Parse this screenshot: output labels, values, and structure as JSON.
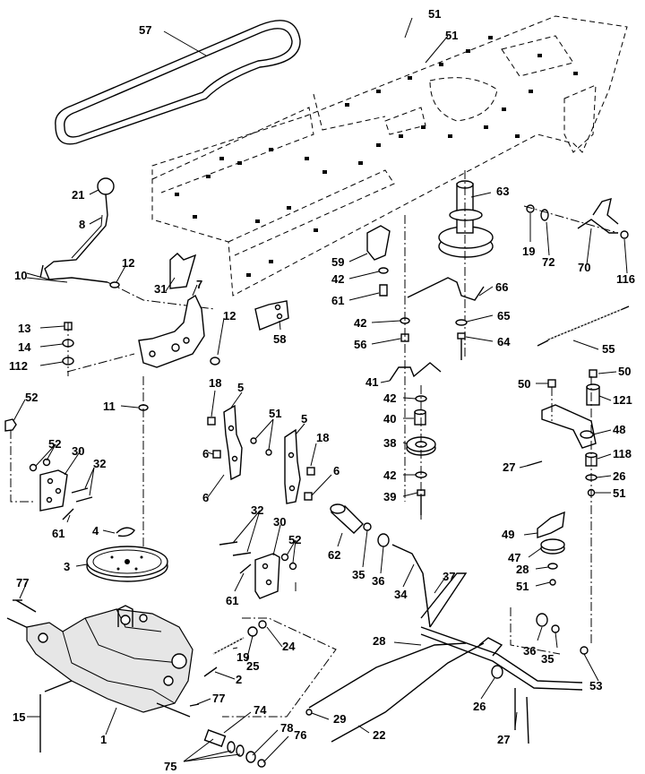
{
  "labels": {
    "p57": "57",
    "p51a": "51",
    "p51b": "51",
    "p21": "21",
    "p8": "8",
    "p12a": "12",
    "p10": "10",
    "p31": "31",
    "p7": "7",
    "p13": "13",
    "p14": "14",
    "p112": "112",
    "p12b": "12",
    "p63": "63",
    "p19a": "19",
    "p72": "72",
    "p70": "70",
    "p116": "116",
    "p59": "59",
    "p42a": "42",
    "p61a": "61",
    "p66": "66",
    "p42b": "42",
    "p56": "56",
    "p65": "65",
    "p64": "64",
    "p58": "58",
    "p55": "55",
    "p52a": "52",
    "p11": "11",
    "p18a": "18",
    "p5a": "5",
    "p51c": "51",
    "p5b": "5",
    "p18b": "18",
    "p6a": "6",
    "p6b": "6",
    "p6c": "6",
    "p41": "41",
    "p42c": "42",
    "p40": "40",
    "p38": "38",
    "p42d": "42",
    "p39": "39",
    "p50a": "50",
    "p50b": "50",
    "p121": "121",
    "p48": "48",
    "p118": "118",
    "p27a": "27",
    "p26a": "26",
    "p51d": "51",
    "p52b": "52",
    "p30a": "30",
    "p32a": "32",
    "p61b": "61",
    "p4": "4",
    "p3": "3",
    "p32b": "32",
    "p30b": "30",
    "p52c": "52",
    "p61c": "61",
    "p62": "62",
    "p35a": "35",
    "p36a": "36",
    "p34": "34",
    "p37": "37",
    "p49": "49",
    "p47": "47",
    "p28a": "28",
    "p51e": "51",
    "p77a": "77",
    "p24": "24",
    "p19b": "19",
    "p25": "25",
    "p2": "2",
    "p28b": "28",
    "p36b": "36",
    "p35b": "35",
    "p53": "53",
    "p26b": "26",
    "p29": "29",
    "p77b": "77",
    "p15": "15",
    "p1": "1",
    "p74": "74",
    "p78": "78",
    "p76": "76",
    "p75": "75",
    "p22": "22",
    "p27b": "27"
  }
}
